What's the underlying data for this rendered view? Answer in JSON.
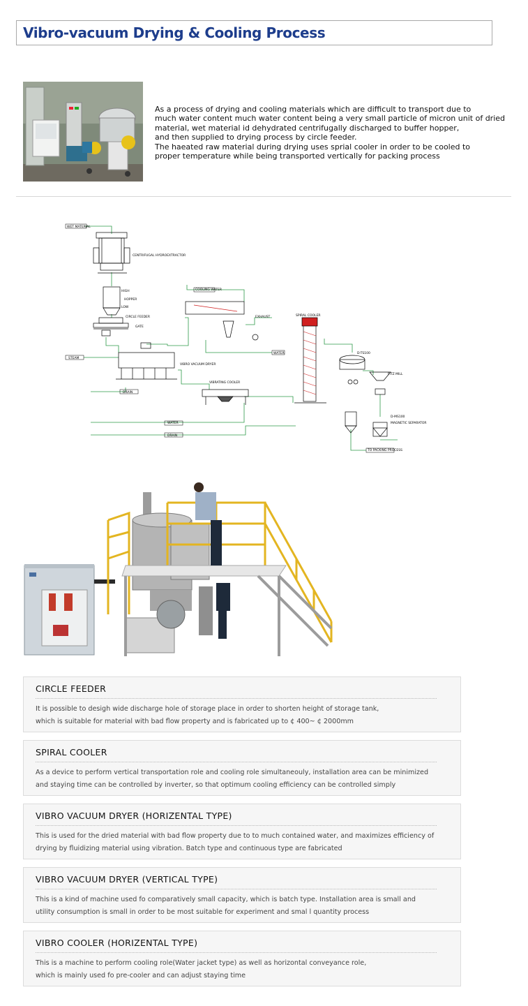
{
  "page": {
    "title": "Vibro-vacuum Drying & Cooling Process"
  },
  "intro": {
    "lines": [
      "As a process of drying and cooling materials which are difficult to transport due to",
      "much water content much water content being a very small particle of micron unit of dried",
      "material, wet material id dehydrated centrifugally discharged to buffer hopper,",
      "and then supplied to drying process by circle feeder.",
      "The haeated raw material during drying uses sprial cooler in order to be cooled to",
      "proper temperature while being transported vertically for packing process"
    ]
  },
  "diagram": {
    "labels": {
      "wet_material": "WET MATERIAL",
      "centrifugal": "CENTRIFUGAL HYDROEXTRACTOR",
      "high": "HIGH",
      "hopper": "HOPPER",
      "low": "LOW",
      "circle_feeder": "CIRCLE FEEDER",
      "gate": "GATE",
      "steam": "STEAM",
      "vibro_dryer": "VIBRO VACUUM DRYER",
      "drain": "DRAIN",
      "water_in": "WATER",
      "drain2": "DRAIN",
      "vibrating_cooler": "VIBRATING COOLER",
      "cooling_water": "COOLING WATER",
      "exhaust": "EXHAUST",
      "water": "WATER",
      "spiral_cooler": "SPIRAL COOLER",
      "ts100": "D-TS100",
      "fitz_mill": "FITZ MILL",
      "ms100": "D-MS100",
      "magnetic": "MAGNETIC SEPARATOR",
      "packing": "TO PACKING PROCESS"
    }
  },
  "features": [
    {
      "title": "CIRCLE FEEDER",
      "lines": [
        "It is possible to desigh wide discharge hole of storage place in order to shorten height of storage tank,",
        "which is suitable for material with bad flow property and is fabricated up to ¢ 400~ ¢ 2000mm"
      ]
    },
    {
      "title": "SPIRAL COOLER",
      "lines": [
        "As a device to perform vertical transportation role and cooling role simultaneouly, installation area can be minimized",
        "and staying time can be controlled by inverter, so that optimum cooling efficiency can be controlled simply"
      ]
    },
    {
      "title": "VIBRO VACUUM DRYER (HORIZENTAL TYPE)",
      "lines": [
        "This is used for the dried material with bad flow property due to to much contained water, and maximizes efficiency of",
        "drying by fluidizing material using vibration. Batch type and continuous type are fabricated"
      ]
    },
    {
      "title": "VIBRO VACUUM DRYER (VERTICAL TYPE)",
      "lines": [
        "This is a kind of machine used fo comparatively small capacity, which is batch type. Installation area is small and",
        "utility consumption is small in order to be most suitable for experiment and smal l quantity process"
      ]
    },
    {
      "title": "VIBRO COOLER (HORIZENTAL TYPE)",
      "lines": [
        "This is a machine to perform cooling role(Water jacket type) as well as horizontal conveyance role,",
        "which is mainly used fo pre-cooler and can adjust staying time"
      ]
    }
  ],
  "colors": {
    "title": "#1d3d8c",
    "pipe": "#2e9a4a",
    "railing": "#e3b521",
    "cabinet": "#cfd6dc"
  }
}
